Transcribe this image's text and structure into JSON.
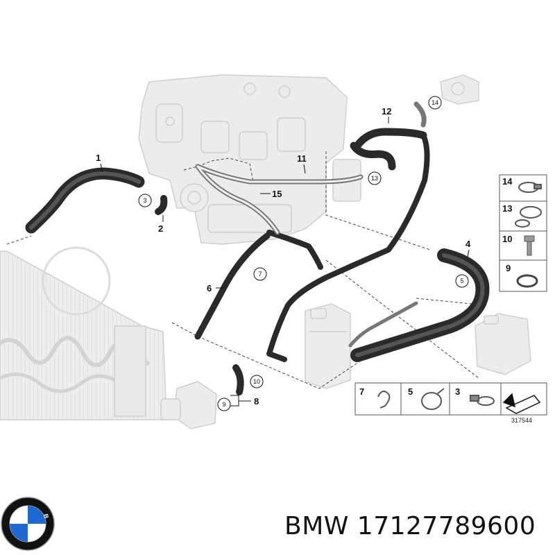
{
  "callouts": {
    "c1": "1",
    "c2": "2",
    "c3": "3",
    "c4": "4",
    "c5": "5",
    "c6": "6",
    "c7": "7",
    "c8": "8",
    "c9": "9",
    "c10": "10",
    "c11": "11",
    "c12": "12",
    "c13": "13",
    "c14": "14",
    "c15": "15"
  },
  "legend_right": [
    "14",
    "13",
    "10",
    "9"
  ],
  "legend_bottom": [
    "7",
    "5",
    "3"
  ],
  "diagram_id": "317544",
  "brand_logo": {
    "letters": "BMW",
    "colors": {
      "blue": "#1c69d4",
      "ring": "#111111",
      "white": "#ffffff"
    }
  },
  "product_line": "BMW 17127789600"
}
